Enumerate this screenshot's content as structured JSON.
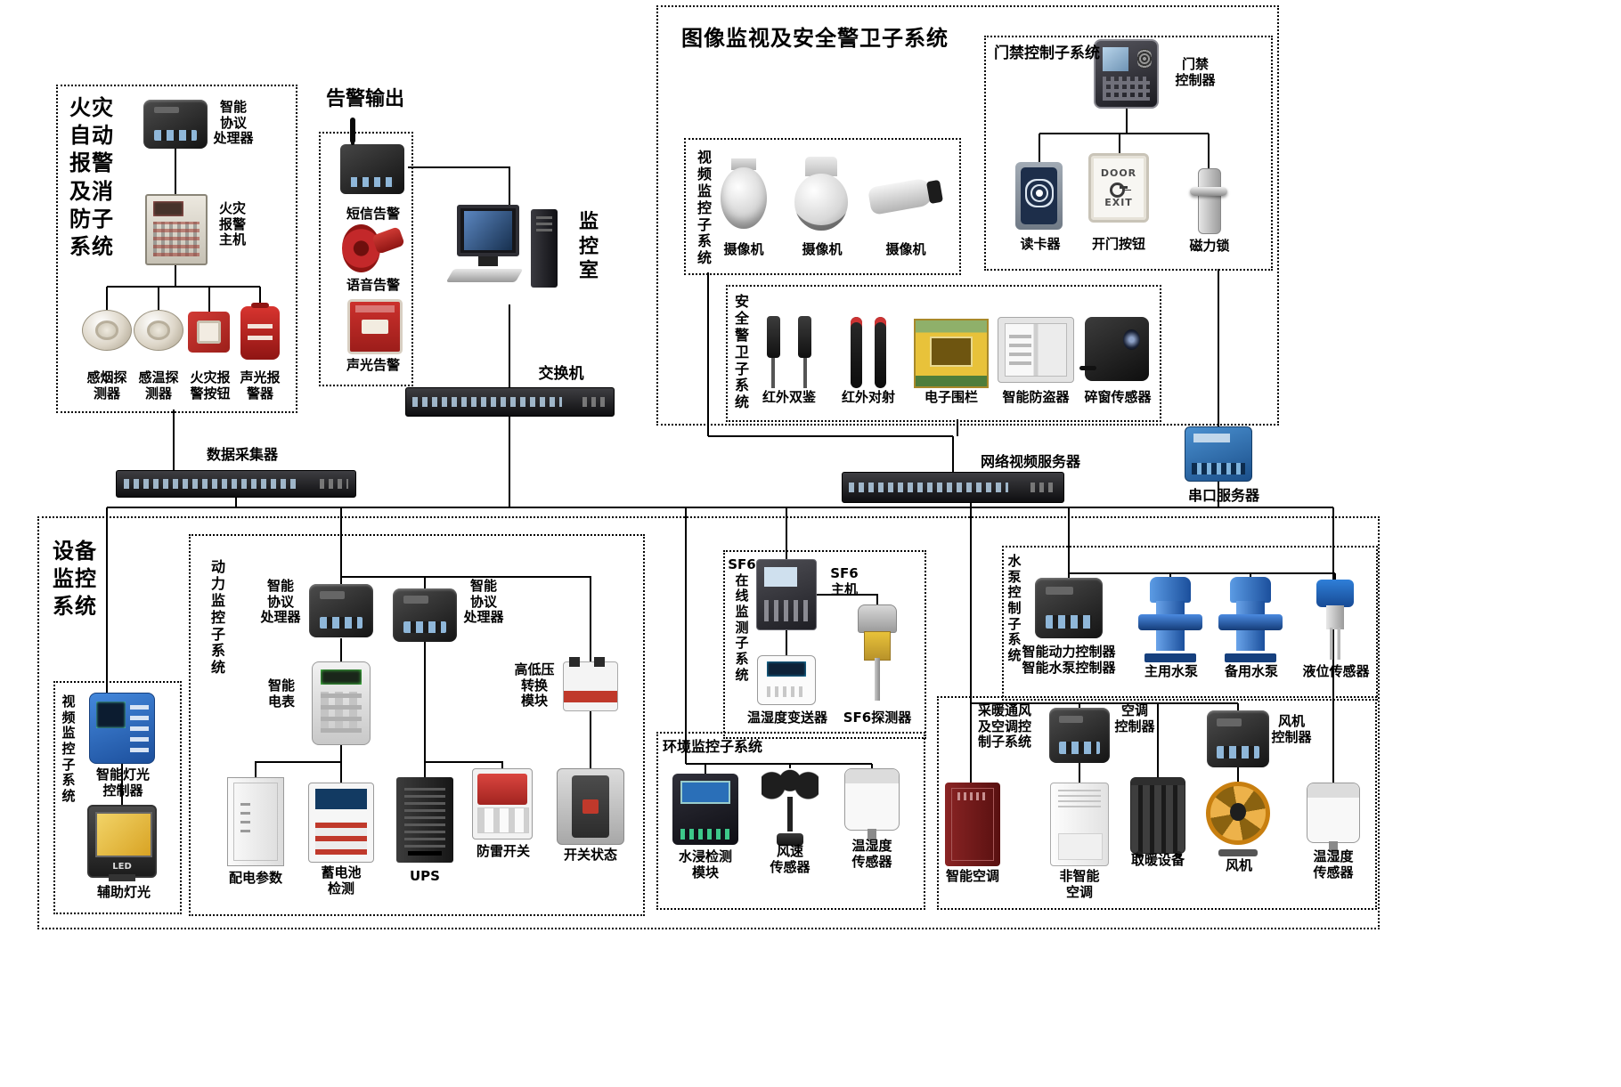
{
  "colors": {
    "line": "#000000",
    "alarm_red": "#c3252b",
    "device_blue": "#2a6fb8",
    "fence_yellow": "#e8c23a",
    "pump_blue": "#1f63c4",
    "fan_orange": "#e8a020"
  },
  "fire_system": {
    "title": "火灾\n自动\n报警\n及消\n防子\n系统",
    "protocol_processor": "智能\n协议\n处理器",
    "alarm_host": "火灾\n报警\n主机",
    "smoke_detector": "感烟探\n测器",
    "temp_detector": "感温探\n测器",
    "alarm_button": "火灾报\n警按钮",
    "sound_light_alarm": "声光报\n警器"
  },
  "alarm_output": {
    "title": "告警输出",
    "sms": "短信告警",
    "voice": "语音告警",
    "sound_light": "声光告警"
  },
  "monitor": {
    "room": "监\n控\n室",
    "switch": "交换机"
  },
  "surveillance": {
    "title": "图像监视及安全警卫子系统",
    "video": {
      "title": "视\n频\n监\n控\n子\n系\n统",
      "camera1": "摄像机",
      "camera2": "摄像机",
      "camera3": "摄像机"
    },
    "access": {
      "title": "门禁控制子系统",
      "controller": "门禁\n控制器",
      "reader": "读卡器",
      "button": "开门按钮",
      "button_door": "DOOR",
      "button_exit": "EXIT",
      "lock": "磁力锁"
    },
    "security": {
      "title": "安\n全\n警\n卫\n子\n系\n统",
      "ir_dual": "红外双鉴",
      "ir_beam": "红外对射",
      "fence": "电子围栏",
      "anti_theft": "智能防盗器",
      "window_sensor": "碎窗传感器"
    }
  },
  "network": {
    "collector": "数据采集器",
    "video_server": "网络视频服务器",
    "serial_server": "串口服务器"
  },
  "equipment": {
    "title": "设备\n监控\n系统",
    "power": {
      "title": "动\n力\n监\n控\n子\n系\n统",
      "proc1": "智能\n协议\n处理器",
      "proc2": "智能\n协议\n处理器",
      "meter": "智能\n电表",
      "hv_module": "高低压\n转换\n模块",
      "dist": "配电参数",
      "battery": "蓄电池\n检测",
      "ups": "UPS",
      "lightning": "防雷开关",
      "switch_status": "开关状态"
    },
    "video": {
      "title": "视\n频\n监\n控\n子\n系\n统",
      "light_controller": "智能灯光\n控制器",
      "aux_light": "辅助灯光",
      "led": "LED"
    },
    "sf6": {
      "title": "SF6\n在\n线\n监\n测\n子\n系\n统",
      "host": "SF6\n主机",
      "transmitter": "温湿度变送器",
      "detector": "SF6探测器"
    },
    "env": {
      "title": "环境监控子系统",
      "water": "水浸检测\n模块",
      "wind": "风速\n传感器",
      "humiture": "温湿度\n传感器"
    },
    "pump": {
      "title": "水\n泵\n控\n制\n子\n系\n统",
      "controller1": "智能动力控制器",
      "controller2": "智能水泵控制器",
      "main_pump": "主用水泵",
      "backup_pump": "备用水泵",
      "level_sensor": "液位传感器"
    },
    "hvac": {
      "title": "采暖通风\n及空调控\n制子系统",
      "ac_controller": "空调\n控制器",
      "fan_controller": "风机\n控制器",
      "smart_ac": "智能空调",
      "normal_ac": "非智能\n空调",
      "heater": "取暖设备",
      "fan": "风机",
      "humiture": "温湿度\n传感器"
    }
  }
}
